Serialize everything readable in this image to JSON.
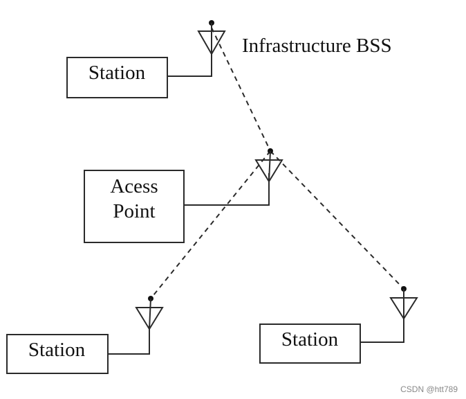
{
  "title": "Infrastructure BSS",
  "nodes": {
    "station_top": {
      "label": "Station"
    },
    "access_point": {
      "label_line1": "Acess",
      "label_line2": "Point"
    },
    "station_bottom_left": {
      "label": "Station"
    },
    "station_bottom_right": {
      "label": "Station"
    }
  },
  "watermark": "CSDN @htt789",
  "colors": {
    "stroke": "#2a2a2a",
    "text": "#111111",
    "background": "#ffffff"
  }
}
